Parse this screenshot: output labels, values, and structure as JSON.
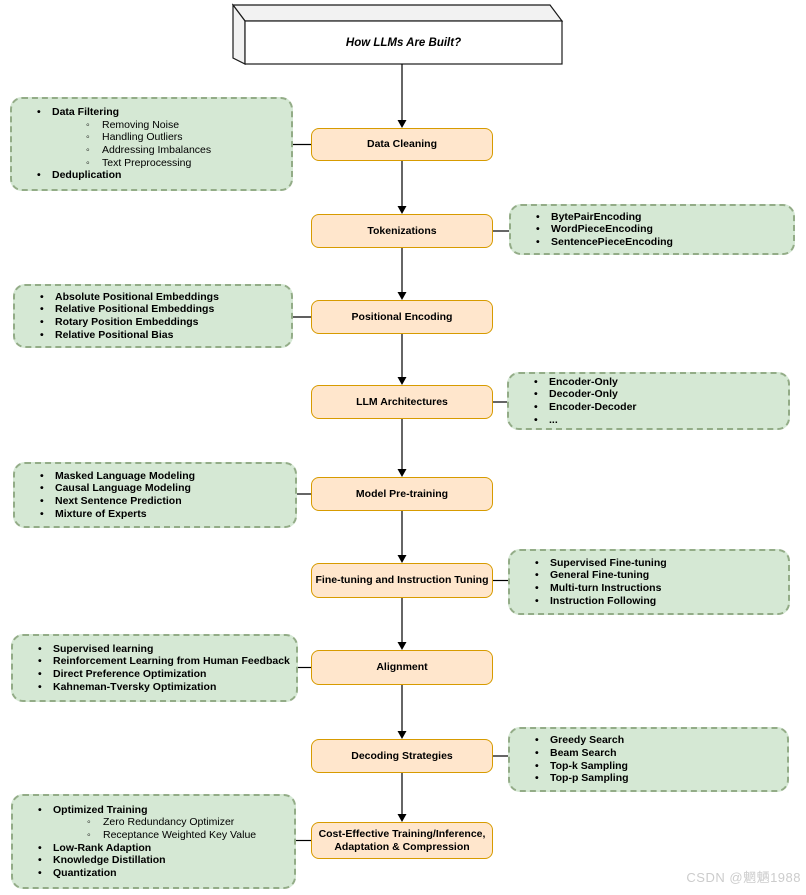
{
  "header": {
    "title": "How LLMs Are Built?"
  },
  "watermark": "CSDN @魍魉1988",
  "colors": {
    "stage_fill": "#ffe6cc",
    "stage_border": "#d79b00",
    "side_fill": "#d5e8d4",
    "side_border": "#93ac87",
    "connector": "#000000",
    "cube_front": "#ffffff",
    "cube_shade": "#f2f2f2",
    "cube_border": "#1a1a1a",
    "watermark_color": "#cccccc"
  },
  "stages": [
    {
      "label": "Data Cleaning",
      "side": {
        "position": "left",
        "items": [
          {
            "text": "Data Filtering",
            "level": 1,
            "bold": true
          },
          {
            "text": "Removing Noise",
            "level": 2,
            "bold": false
          },
          {
            "text": "Handling Outliers",
            "level": 2,
            "bold": false
          },
          {
            "text": "Addressing Imbalances",
            "level": 2,
            "bold": false
          },
          {
            "text": "Text Preprocessing",
            "level": 2,
            "bold": false
          },
          {
            "text": "Deduplication",
            "level": 1,
            "bold": true
          }
        ]
      }
    },
    {
      "label": "Tokenizations",
      "side": {
        "position": "right",
        "items": [
          {
            "text": "BytePairEncoding",
            "level": 1,
            "bold": true
          },
          {
            "text": "WordPieceEncoding",
            "level": 1,
            "bold": true
          },
          {
            "text": "SentencePieceEncoding",
            "level": 1,
            "bold": true
          }
        ]
      }
    },
    {
      "label": "Positional Encoding",
      "side": {
        "position": "left",
        "items": [
          {
            "text": "Absolute Positional Embeddings",
            "level": 1,
            "bold": true
          },
          {
            "text": "Relative Positional Embeddings",
            "level": 1,
            "bold": true
          },
          {
            "text": "Rotary Position Embeddings",
            "level": 1,
            "bold": true
          },
          {
            "text": "Relative Positional Bias",
            "level": 1,
            "bold": true
          }
        ]
      }
    },
    {
      "label": "LLM Architectures",
      "side": {
        "position": "right",
        "items": [
          {
            "text": "Encoder-Only",
            "level": 1,
            "bold": true
          },
          {
            "text": "Decoder-Only",
            "level": 1,
            "bold": true
          },
          {
            "text": "Encoder-Decoder",
            "level": 1,
            "bold": true
          },
          {
            "text": "...",
            "level": 1,
            "bold": true
          }
        ]
      }
    },
    {
      "label": "Model Pre-training",
      "side": {
        "position": "left",
        "items": [
          {
            "text": "Masked Language Modeling",
            "level": 1,
            "bold": true
          },
          {
            "text": "Causal Language Modeling",
            "level": 1,
            "bold": true
          },
          {
            "text": "Next Sentence Prediction",
            "level": 1,
            "bold": true
          },
          {
            "text": "Mixture of Experts",
            "level": 1,
            "bold": true
          }
        ]
      }
    },
    {
      "label": "Fine-tuning and Instruction Tuning",
      "side": {
        "position": "right",
        "items": [
          {
            "text": "Supervised Fine-tuning",
            "level": 1,
            "bold": true
          },
          {
            "text": "General Fine-tuning",
            "level": 1,
            "bold": true
          },
          {
            "text": "Multi-turn Instructions",
            "level": 1,
            "bold": true
          },
          {
            "text": "Instruction Following",
            "level": 1,
            "bold": true
          }
        ]
      }
    },
    {
      "label": "Alignment",
      "side": {
        "position": "left",
        "items": [
          {
            "text": "Supervised learning",
            "level": 1,
            "bold": true
          },
          {
            "text": "Reinforcement Learning from Human Feedback",
            "level": 1,
            "bold": true
          },
          {
            "text": "Direct Preference Optimization",
            "level": 1,
            "bold": true
          },
          {
            "text": "Kahneman-Tversky Optimization",
            "level": 1,
            "bold": true
          }
        ]
      }
    },
    {
      "label": "Decoding Strategies",
      "side": {
        "position": "right",
        "items": [
          {
            "text": "Greedy Search",
            "level": 1,
            "bold": true
          },
          {
            "text": "Beam Search",
            "level": 1,
            "bold": true
          },
          {
            "text": "Top-k Sampling",
            "level": 1,
            "bold": true
          },
          {
            "text": "Top-p Sampling",
            "level": 1,
            "bold": true
          }
        ]
      }
    },
    {
      "label": "Cost-Effective Training/Inference,\nAdaptation & Compression",
      "side": {
        "position": "left",
        "items": [
          {
            "text": "Optimized Training",
            "level": 1,
            "bold": true
          },
          {
            "text": "Zero Redundancy Optimizer",
            "level": 2,
            "bold": false
          },
          {
            "text": "Receptance Weighted Key Value",
            "level": 2,
            "bold": false
          },
          {
            "text": "Low-Rank Adaption",
            "level": 1,
            "bold": true
          },
          {
            "text": "Knowledge Distillation",
            "level": 1,
            "bold": true
          },
          {
            "text": "Quantization",
            "level": 1,
            "bold": true
          }
        ]
      }
    }
  ]
}
